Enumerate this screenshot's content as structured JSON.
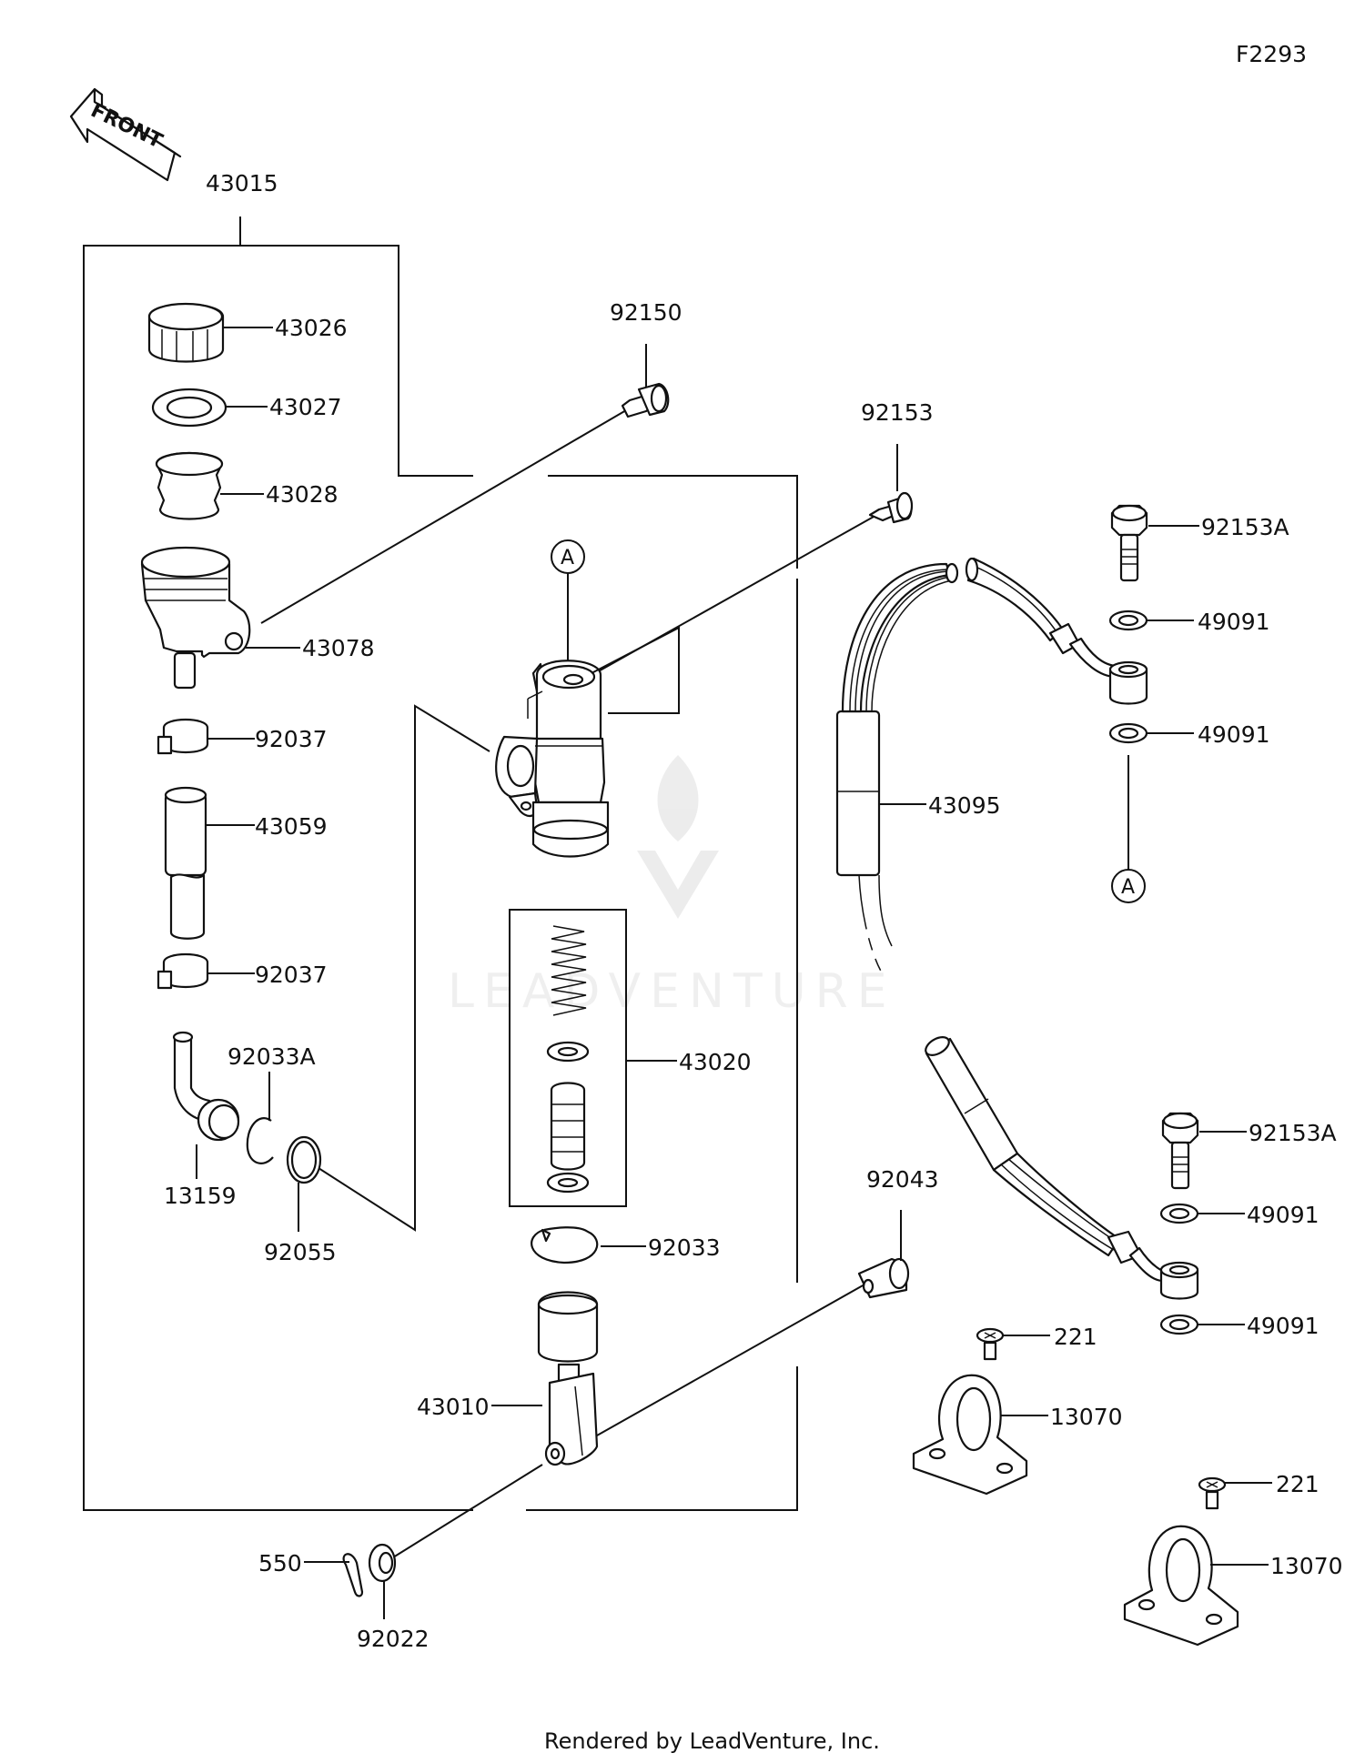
{
  "diagram_code": "F2293",
  "front_label": "FRONT",
  "callout_letter": "A",
  "watermark": "LEADVENTURE",
  "footer": "Rendered by LeadVenture, Inc.",
  "parts": {
    "p43015": "43015",
    "p43026": "43026",
    "p43027": "43027",
    "p43028": "43028",
    "p43078": "43078",
    "p92037_top": "92037",
    "p43059": "43059",
    "p92037_bottom": "92037",
    "p92033A": "92033A",
    "p13159": "13159",
    "p92055": "92055",
    "p92150": "92150",
    "p92153": "92153",
    "p43020": "43020",
    "p92033": "92033",
    "p43010": "43010",
    "p550": "550",
    "p92022": "92022",
    "p92043": "92043",
    "p43095": "43095",
    "p92153A_top": "92153A",
    "p49091_a": "49091",
    "p49091_b": "49091",
    "p92153A_bottom": "92153A",
    "p49091_c": "49091",
    "p49091_d": "49091",
    "p221_a": "221",
    "p13070_a": "13070",
    "p221_b": "221",
    "p13070_b": "13070"
  }
}
